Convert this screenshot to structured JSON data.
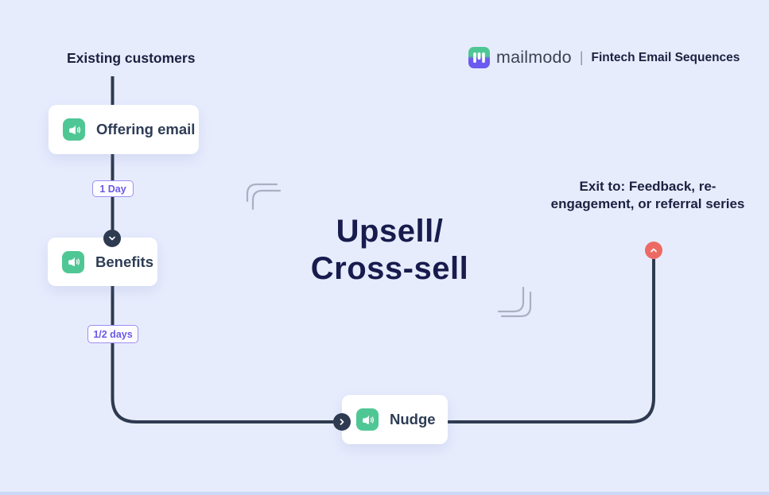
{
  "header": {
    "brand": "mailmodo",
    "divider": "|",
    "series_label": "Fintech Email Sequences"
  },
  "flow": {
    "start_label": "Existing customers",
    "title_line1": "Upsell/",
    "title_line2": "Cross-sell",
    "exit_note_line1": "Exit to: Feedback, re-",
    "exit_note_line2": "engagement, or referral series",
    "nodes": [
      {
        "label": "Offering email",
        "icon": "megaphone-icon"
      },
      {
        "label": "Benefits",
        "icon": "megaphone-icon"
      },
      {
        "label": "Nudge",
        "icon": "megaphone-icon"
      }
    ],
    "delays": [
      {
        "label": "1 Day"
      },
      {
        "label": "1/2 days"
      }
    ]
  },
  "colors": {
    "background": "#e7ecfd",
    "bottom_strip": "#ccd8f8",
    "flow_line": "#2e3a50",
    "node_icon_green": "#4fc795",
    "badge_purple": "#6b59e8",
    "badge_border": "#9c8ef2",
    "exit_dot_red": "#ec6a63",
    "brand_green": "#4fc794",
    "brand_purple": "#6c5bf0",
    "title_navy": "#171c4d",
    "deco_gray": "#a9b0c2"
  }
}
